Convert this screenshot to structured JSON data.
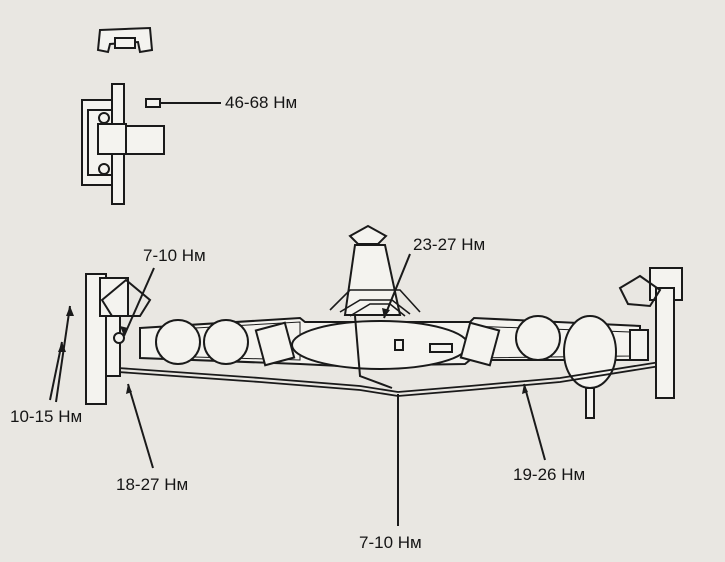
{
  "torque_labels": {
    "hub_nut": "46-68 Нм",
    "left_upper": "7-10 Нм",
    "center_top": "23-27 Нм",
    "left_side": "10-15 Нм",
    "left_lower": "18-27 Нм",
    "right_lower": "19-26 Нм",
    "center_bottom": "7-10 Нм"
  },
  "colors": {
    "background": "#e9e7e2",
    "ink": "#1a1a1a",
    "part_fill": "#f4f3ef"
  }
}
